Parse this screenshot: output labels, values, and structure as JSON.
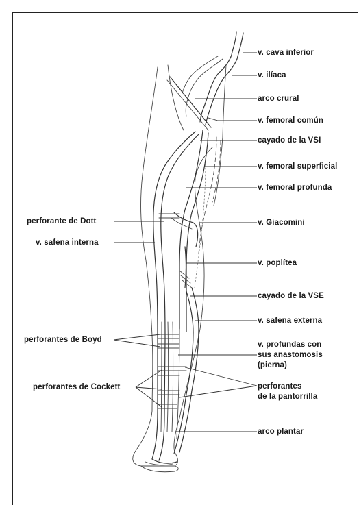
{
  "labels": {
    "cava_inferior": "v. cava inferior",
    "iliaca": "v. ilíaca",
    "arco_crural": "arco crural",
    "femoral_comun": "v. femoral común",
    "cayado_vsi": "cayado de la VSI",
    "femoral_superficial": "v. femoral superficial",
    "femoral_profunda": "v. femoral profunda",
    "perforante_dott": "perforante de Dott",
    "giacomini": "v. Giacomini",
    "safena_interna": "v. safena interna",
    "poplitea": "v. poplítea",
    "cayado_vse": "cayado de la VSE",
    "safena_externa": "v. safena externa",
    "perforantes_boyd": "perforantes de Boyd",
    "profundas_line1": "v. profundas con",
    "profundas_line2": "sus anastomosis",
    "profundas_line3": "(pierna)",
    "perforantes_cockett": "perforantes de Cockett",
    "pantorrilla_line1": "perforantes",
    "pantorrilla_line2": "de la pantorrilla",
    "arco_plantar": "arco plantar"
  }
}
